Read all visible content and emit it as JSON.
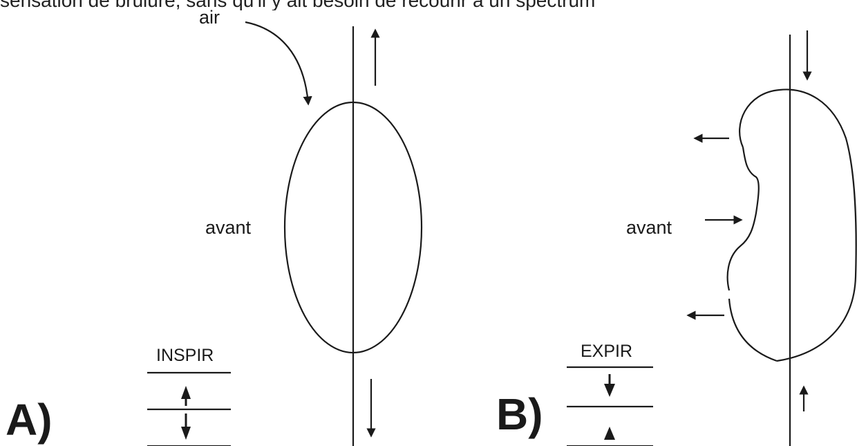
{
  "top_text": "sensation de brûlure, sans qu'il y ait besoin de recourir à un spectrum",
  "panel_a": {
    "letter": "A)",
    "air_label": "air",
    "avant_label": "avant",
    "phase_label": "INSPIR"
  },
  "panel_b": {
    "letter": "B)",
    "avant_label": "avant",
    "phase_label": "EXPIR"
  },
  "colors": {
    "ink": "#1a1a1a",
    "background": "#ffffff"
  }
}
